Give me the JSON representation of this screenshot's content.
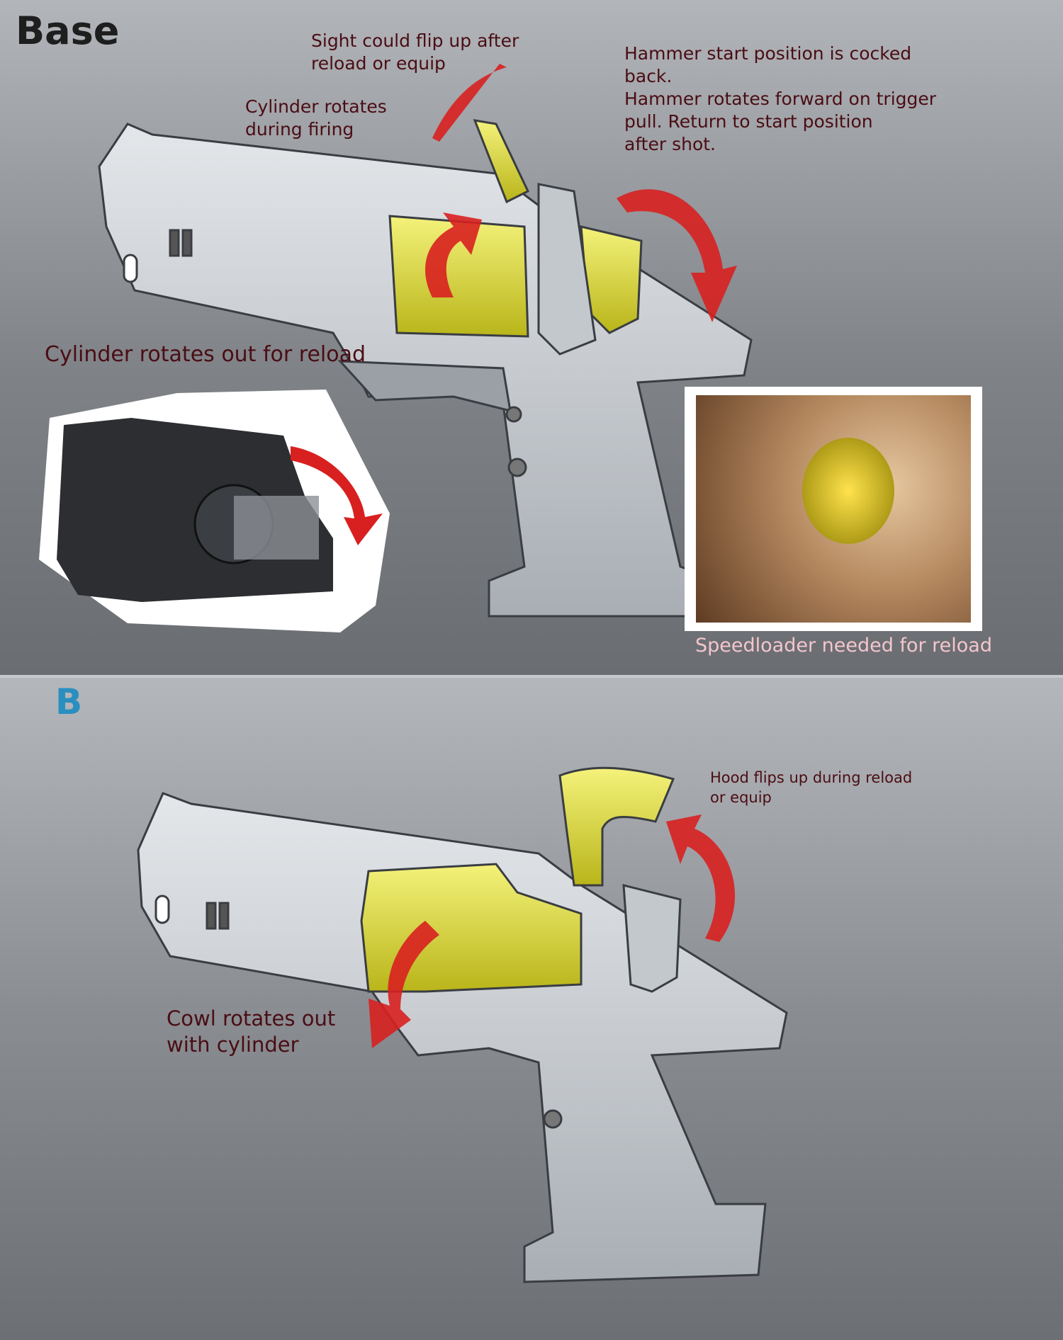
{
  "top_panel": {
    "title": "Base",
    "notes": {
      "sight": [
        "Sight could flip up after",
        "reload or equip"
      ],
      "cylinder_firing": [
        "Cylinder rotates",
        "during firing"
      ],
      "hammer": [
        "Hammer start position is cocked",
        "back.",
        "Hammer rotates forward on trigger",
        "pull.  Return to start position",
        "after shot."
      ],
      "cylinder_reload": "Cylinder rotates out for reload",
      "speedloader": "Speedloader needed for reload"
    }
  },
  "bottom_panel": {
    "title": "B",
    "notes": {
      "hood": [
        "Hood flips up during reload",
        "or equip"
      ],
      "cowl": [
        "Cowl rotates out",
        "with cylinder"
      ]
    }
  },
  "colors": {
    "annotation": "#4a0d14",
    "accent_blue": "#2a8fc0",
    "arrow_red": "#d82020",
    "part_yellow": "#e3e23a",
    "caption_pink": "#f3c6cc"
  }
}
